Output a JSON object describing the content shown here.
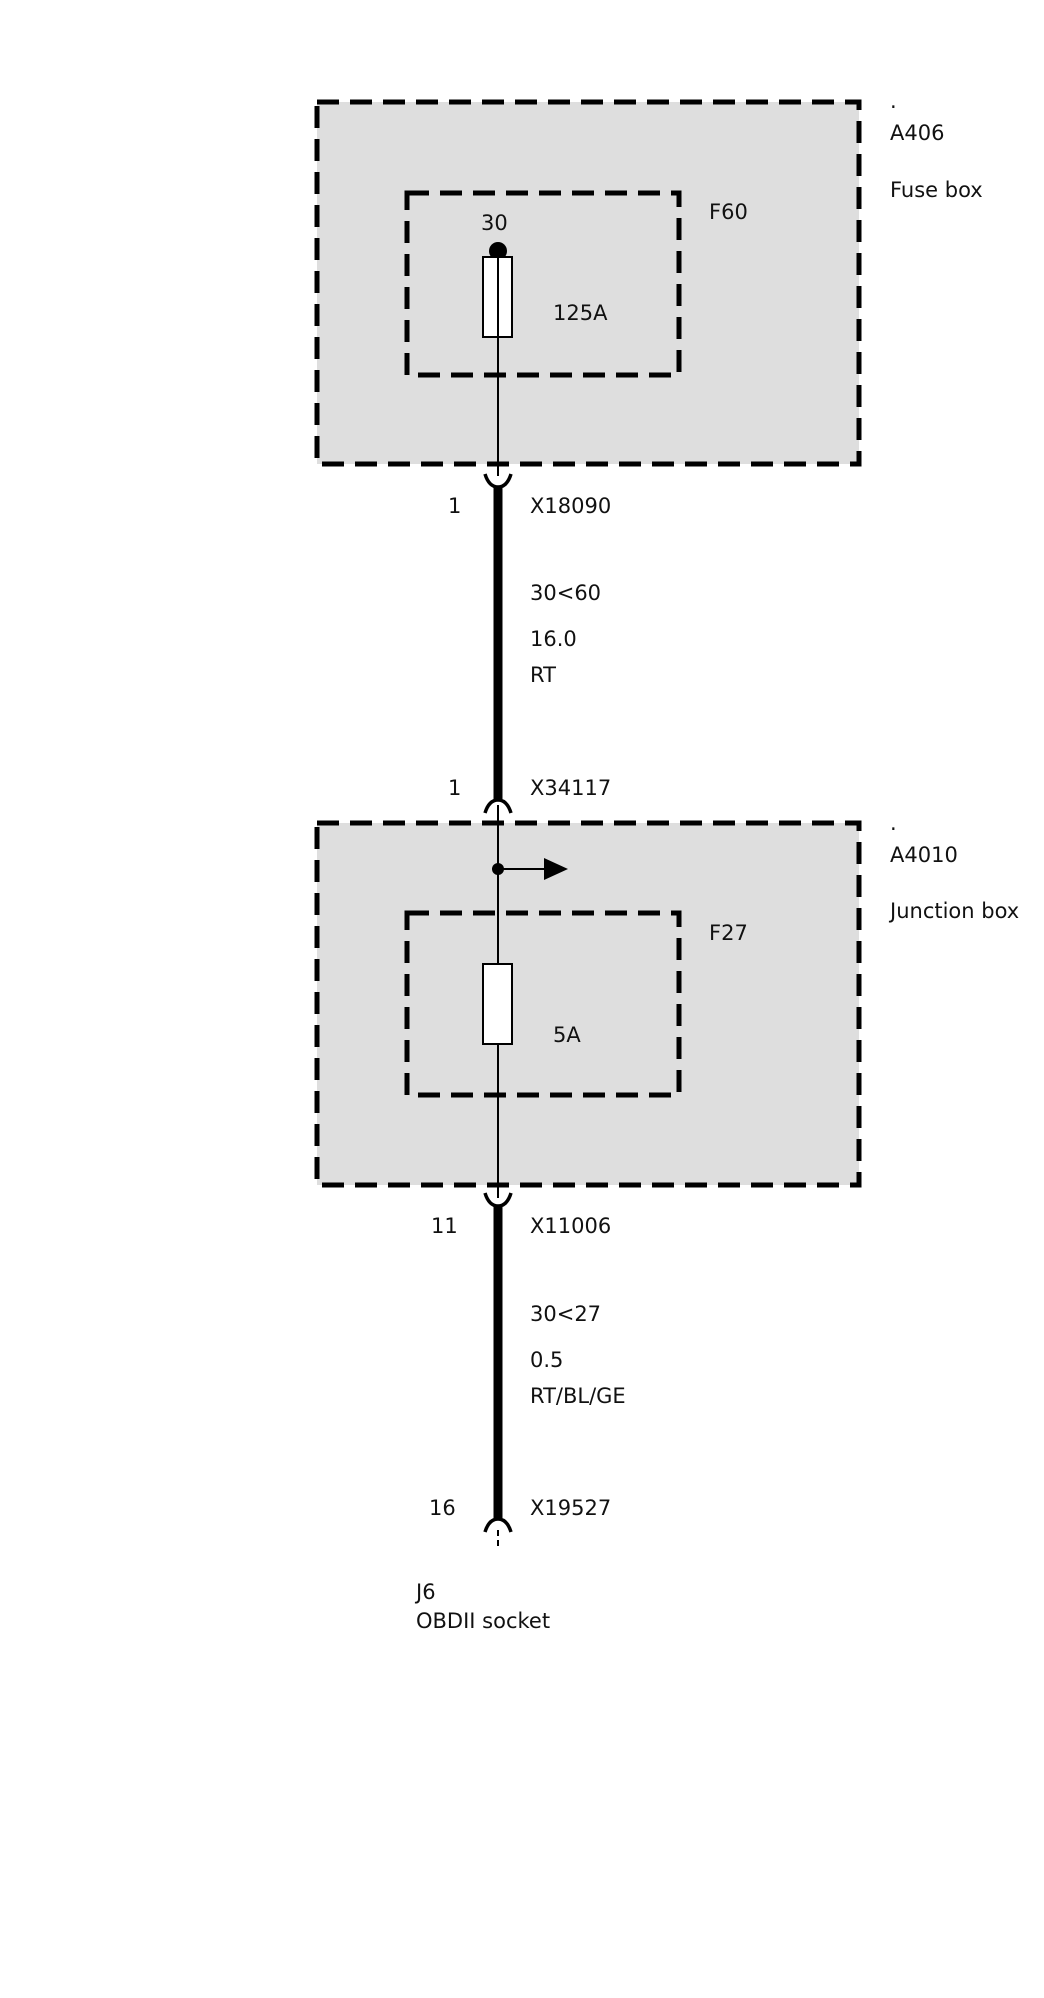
{
  "components": {
    "fuse_box": {
      "dot": ".",
      "id": "A406",
      "name": "Fuse box"
    },
    "fuse_f60": {
      "id": "F60",
      "terminal": "30",
      "rating": "125A"
    },
    "junction_box": {
      "dot": ".",
      "id": "A4010",
      "name": "Junction box"
    },
    "fuse_f27": {
      "id": "F27",
      "rating": "5A"
    },
    "obd_socket": {
      "id": "J6",
      "name": "OBDII socket"
    }
  },
  "connectors": [
    {
      "pin": "1",
      "id": "X18090"
    },
    {
      "pin": "1",
      "id": "X34117"
    },
    {
      "pin": "11",
      "id": "X11006"
    },
    {
      "pin": "16",
      "id": "X19527"
    }
  ],
  "wires": [
    {
      "circuit": "30<60",
      "cross_section": "16.0",
      "color": "RT"
    },
    {
      "circuit": "30<27",
      "cross_section": "0.5",
      "color": "RT/BL/GE"
    }
  ]
}
